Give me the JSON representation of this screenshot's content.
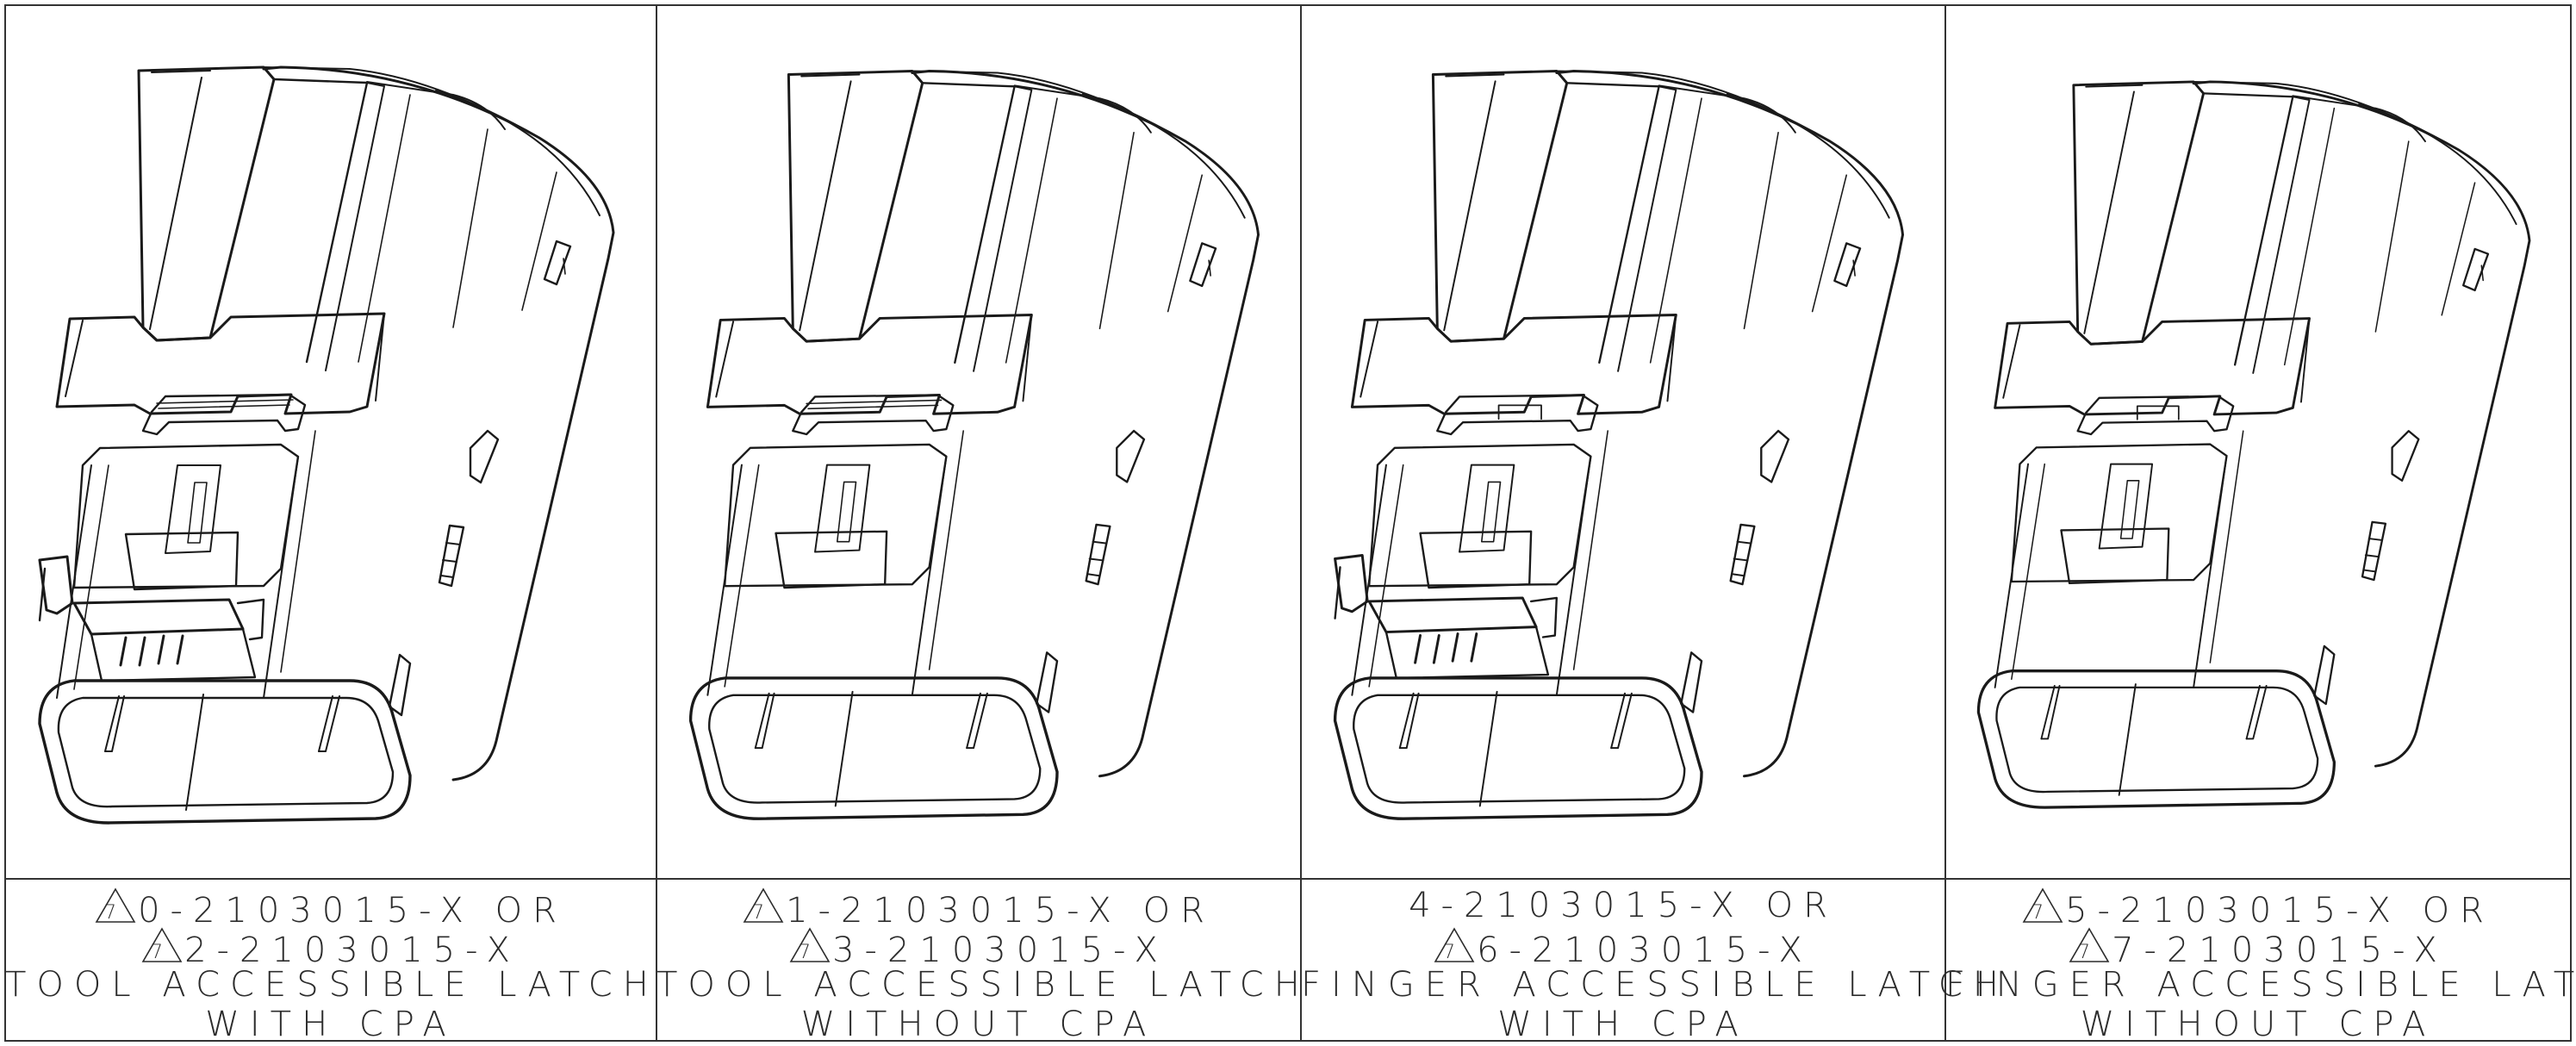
{
  "panels": [
    {
      "line1_num": "0-2103015-X OR",
      "line2_num": "2-2103015-X",
      "line3": "TOOL ACCESSIBLE LATCH",
      "line4": "WITH CPA",
      "delta1": "7",
      "delta2": "7",
      "has_delta1": true,
      "has_cpa": true,
      "latch": "tool"
    },
    {
      "line1_num": "1-2103015-X OR",
      "line2_num": "3-2103015-X",
      "line3": "TOOL ACCESSIBLE LATCH",
      "line4": "WITHOUT CPA",
      "delta1": "7",
      "delta2": "7",
      "has_delta1": true,
      "has_cpa": false,
      "latch": "tool"
    },
    {
      "line1_num": "4-2103015-X OR",
      "line2_num": "6-2103015-X",
      "line3": "FINGER ACCESSIBLE LATCH",
      "line4": "WITH CPA",
      "delta1": "",
      "delta2": "7",
      "has_delta1": false,
      "has_cpa": true,
      "latch": "finger"
    },
    {
      "line1_num": "5-2103015-X OR",
      "line2_num": "7-2103015-X",
      "line3": "FINGER ACCESSIBLE LATCH",
      "line4": "WITHOUT CPA",
      "delta1": "7",
      "delta2": "7",
      "has_delta1": true,
      "has_cpa": false,
      "latch": "finger"
    }
  ],
  "colors": {
    "line": "#1a1a1a",
    "text": "#2c2c2c",
    "background": "#ffffff"
  }
}
